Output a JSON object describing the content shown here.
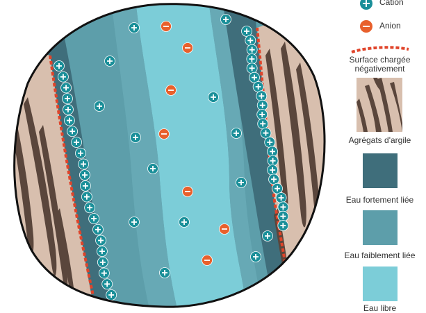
{
  "legend": {
    "cation": "Cation",
    "anion": "Anion",
    "charged_surface": "Surface chargée négativement",
    "clay_aggregates": "Agrégats d'argile",
    "strongly_bound_water": "Eau fortement liée",
    "weakly_bound_water": "Eau faiblement liée",
    "free_water": "Eau libre"
  },
  "colors": {
    "cation": "#1a8f99",
    "anion": "#e8602c",
    "charged_surface": "#e0442a",
    "clay_dark": "#5a463c",
    "clay_light": "#d8bfae",
    "strongly_bound_water": "#3f6e7b",
    "weakly_bound_water": "#5d9eaa",
    "free_water": "#7ccdd8"
  }
}
